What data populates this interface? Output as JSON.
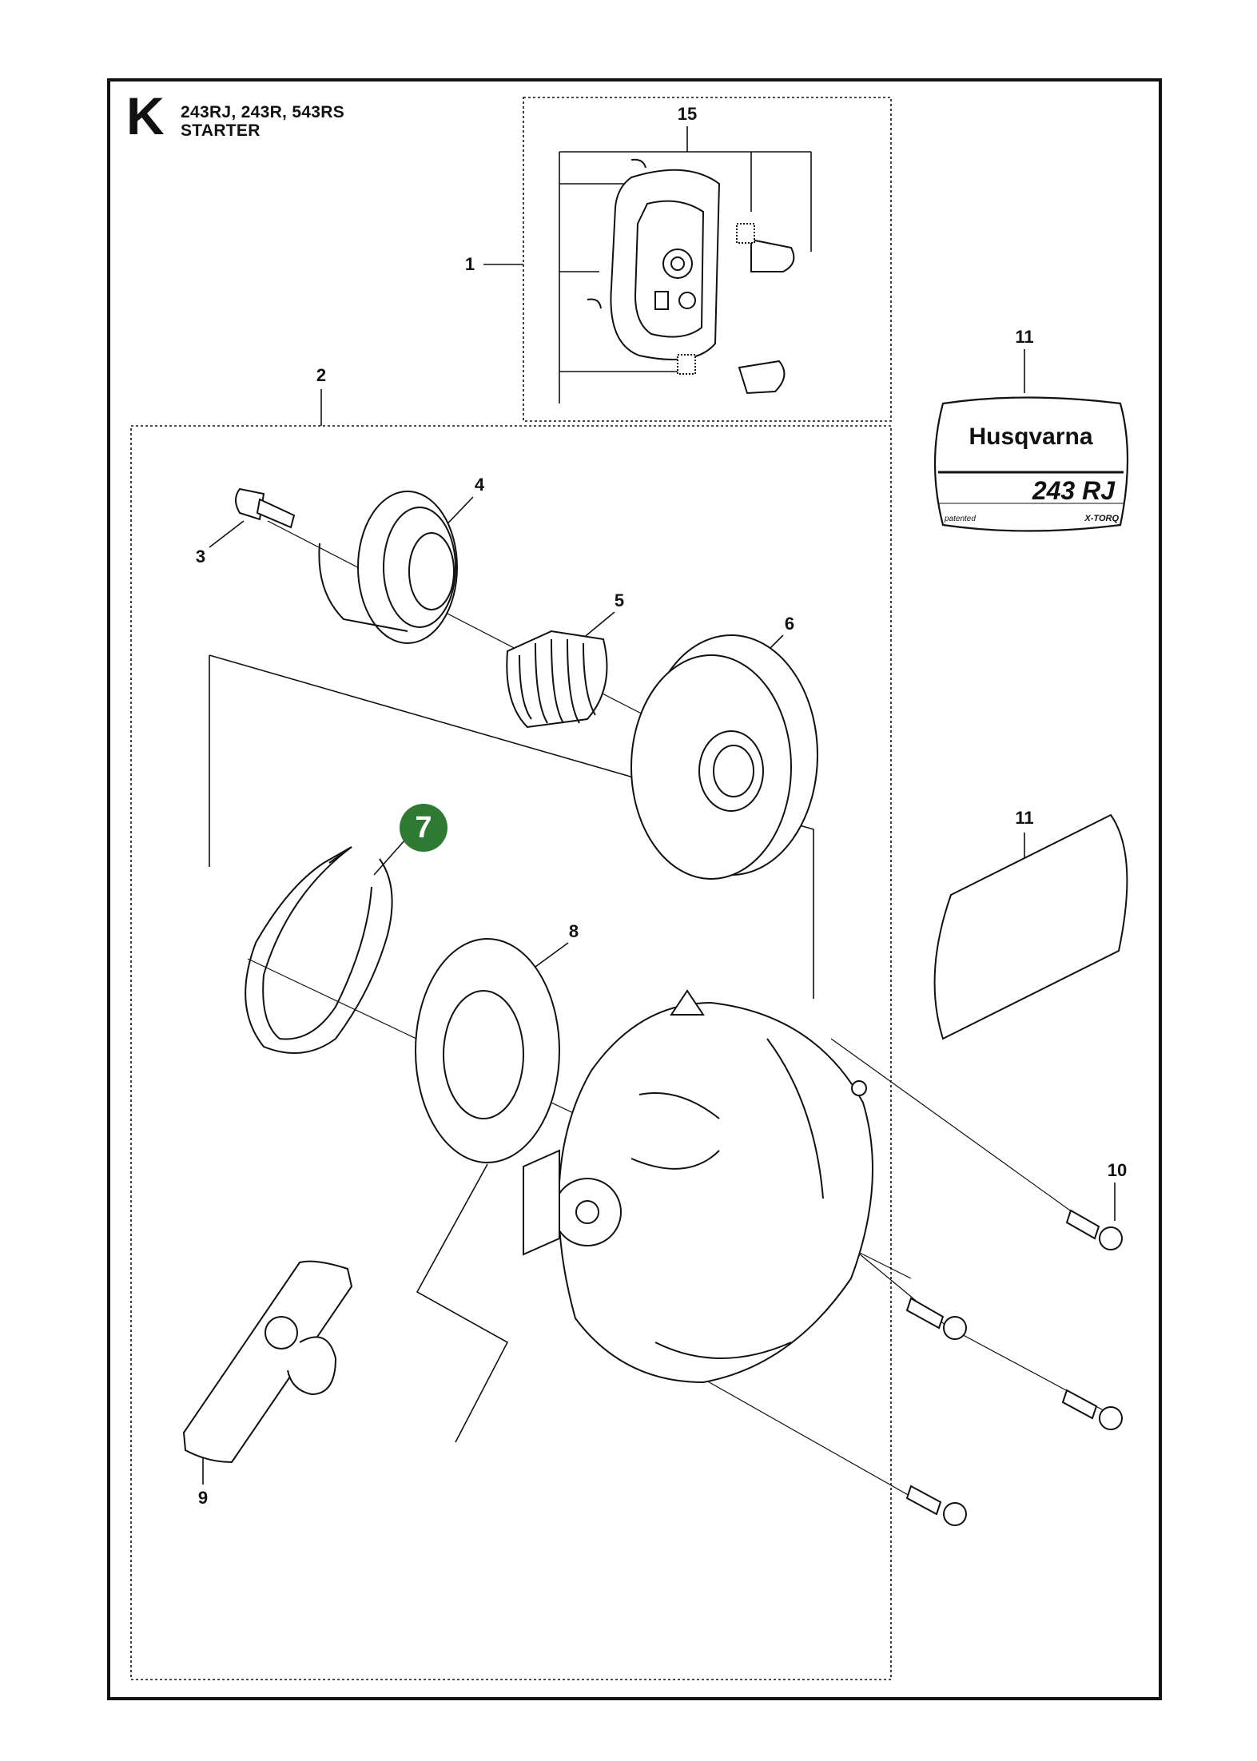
{
  "header": {
    "section_letter": "K",
    "models": "243RJ, 243R, 543RS",
    "title": "STARTER"
  },
  "callouts": {
    "p1": "1",
    "p2": "2",
    "p3": "3",
    "p4": "4",
    "p5": "5",
    "p6": "6",
    "p7": "7",
    "p8": "8",
    "p9": "9",
    "p10": "10",
    "p11a": "11",
    "p11b": "11",
    "p15": "15"
  },
  "decal": {
    "brand": "Husqvarna",
    "model": "243 RJ",
    "patent_text": "patented",
    "tech_text": "X-TORQ"
  },
  "colors": {
    "highlight_badge": "#2f7a33",
    "line": "#111111",
    "part_fill": "#ffffff"
  }
}
